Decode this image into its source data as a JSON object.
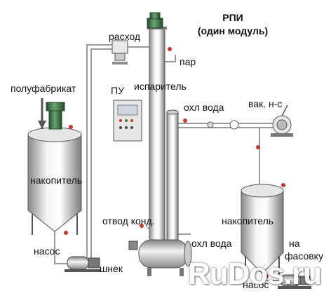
{
  "title": {
    "line1": "РПИ",
    "line2": "(один модуль)"
  },
  "labels": {
    "flow": "расход",
    "steam": "пар",
    "semi_product": "полуфабрикат",
    "control_unit": "ПУ",
    "evaporator": "испаритель",
    "cooling_water_top": "охл вода",
    "vacuum_pump": "вак. н-с",
    "storage_left": "накопитель",
    "storage_right": "накопитель",
    "condensate_drain": "отвод конд.",
    "cooling_water_bottom": "охл вода",
    "pump_left": "насос",
    "pump_right": "насос",
    "screw": "шнек",
    "to_packing_line1": "на",
    "to_packing_line2": "фасовку"
  },
  "watermark": "RuDos.ru",
  "colors": {
    "pipe": "#9a9a9a",
    "steel_light": "#f2f2f2",
    "steel_dark": "#8e8e8e",
    "motor": "#3f7a4a",
    "valve_red": "#c0392b",
    "panel": "#e6e6e6"
  }
}
